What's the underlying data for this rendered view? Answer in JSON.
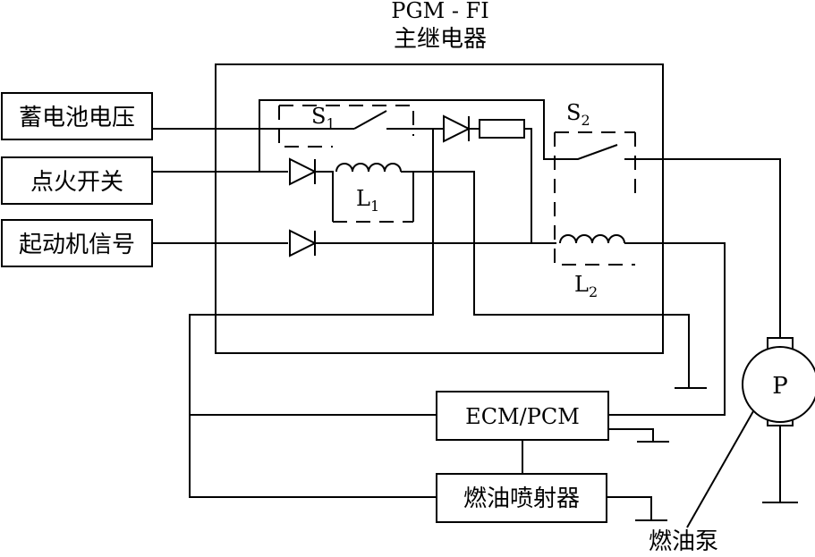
{
  "title": {
    "line1": "PGM - FI",
    "line2": "主继电器"
  },
  "inputs": {
    "battery": "蓄电池电压",
    "ignition": "点火开关",
    "starter": "起动机信号"
  },
  "relay1": {
    "switch_label": "S",
    "switch_sub": "1",
    "coil_label": "L",
    "coil_sub": "1"
  },
  "relay2": {
    "switch_label": "S",
    "switch_sub": "2",
    "coil_label": "L",
    "coil_sub": "2"
  },
  "ecm": {
    "label": "ECM/PCM"
  },
  "injector": {
    "label": "燃油喷射器"
  },
  "pump": {
    "symbol": "P",
    "label": "燃油泵"
  }
}
